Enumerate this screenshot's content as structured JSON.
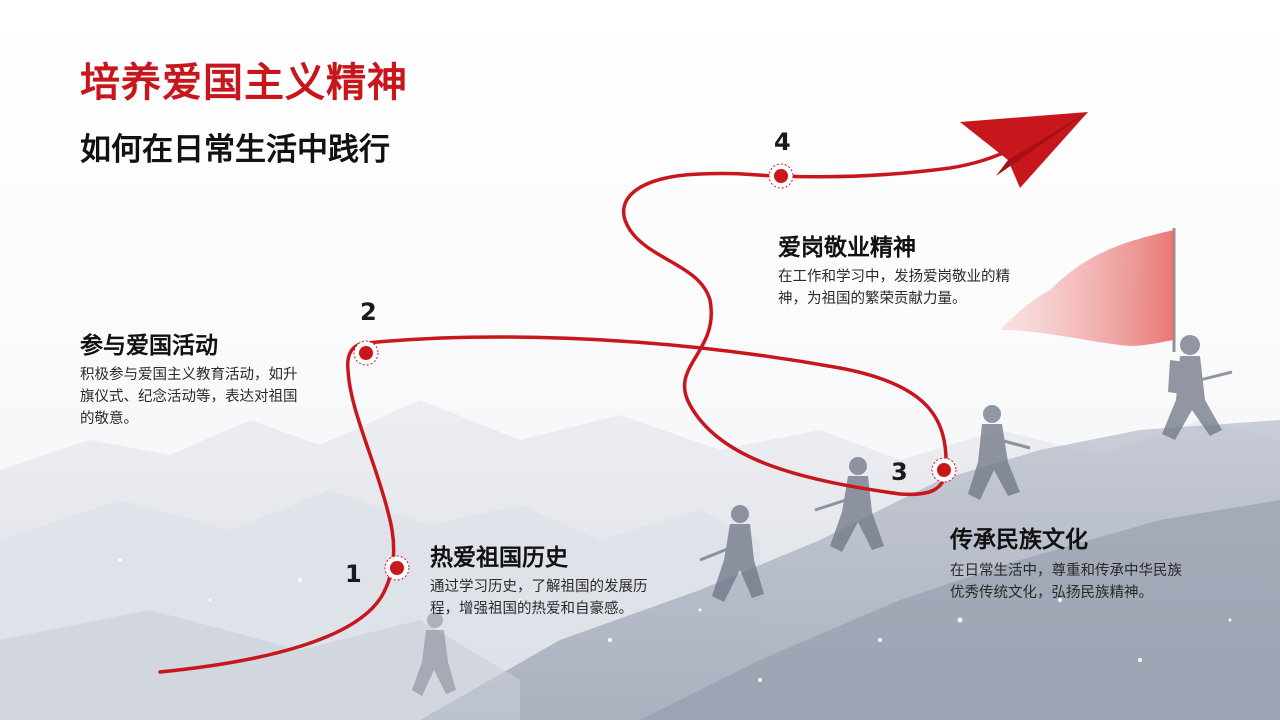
{
  "header": {
    "title": "培养爱国主义精神",
    "subtitle": "如何在日常生活中践行"
  },
  "steps": [
    {
      "number": "1",
      "title": "热爱祖国历史",
      "desc": "通过学习历史，了解祖国的发展历程，增强祖国的热爱和自豪感。"
    },
    {
      "number": "2",
      "title": "参与爱国活动",
      "desc": "积极参与爱国主义教育活动，如升旗仪式、纪念活动等，表达对祖国的敬意。"
    },
    {
      "number": "3",
      "title": "传承民族文化",
      "desc": "在日常生活中，尊重和传承中华民族优秀传统文化，弘扬民族精神。"
    },
    {
      "number": "4",
      "title": "爱岗敬业精神",
      "desc": "在工作和学习中，发扬爱岗敬业的精神，为祖国的繁荣贡献力量。"
    }
  ],
  "colors": {
    "accent": "#c8161d",
    "text": "#111111"
  },
  "icons": {
    "arrow": "paper-plane-icon",
    "flag": "flag-icon"
  }
}
